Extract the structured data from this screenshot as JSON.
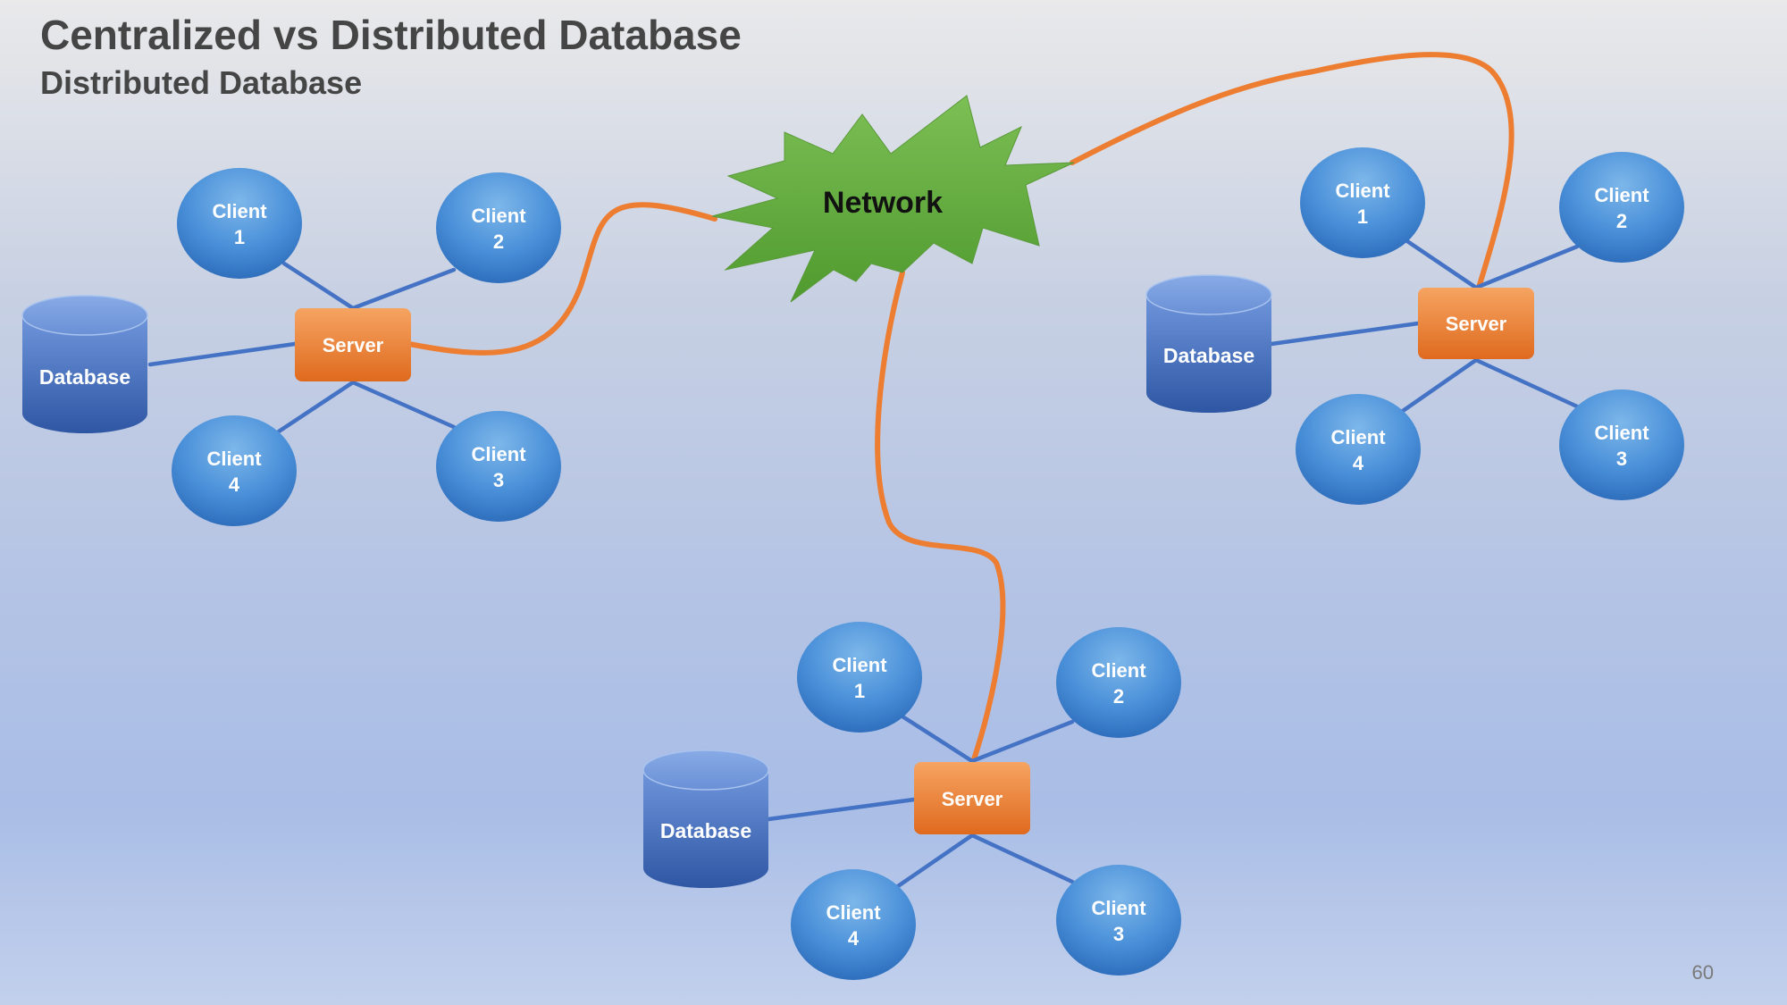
{
  "slide": {
    "title": "Centralized vs Distributed Database",
    "subtitle": "Distributed Database",
    "page_number": "60"
  },
  "network": {
    "label": "Network"
  },
  "sites": [
    {
      "server": "Server",
      "database": "Database",
      "clients": [
        {
          "line1": "Client",
          "line2": "1"
        },
        {
          "line1": "Client",
          "line2": "2"
        },
        {
          "line1": "Client",
          "line2": "3"
        },
        {
          "line1": "Client",
          "line2": "4"
        }
      ]
    },
    {
      "server": "Server",
      "database": "Database",
      "clients": [
        {
          "line1": "Client",
          "line2": "1"
        },
        {
          "line1": "Client",
          "line2": "2"
        },
        {
          "line1": "Client",
          "line2": "3"
        },
        {
          "line1": "Client",
          "line2": "4"
        }
      ]
    },
    {
      "server": "Server",
      "database": "Database",
      "clients": [
        {
          "line1": "Client",
          "line2": "1"
        },
        {
          "line1": "Client",
          "line2": "2"
        },
        {
          "line1": "Client",
          "line2": "3"
        },
        {
          "line1": "Client",
          "line2": "4"
        }
      ]
    }
  ],
  "colors": {
    "client_blue": "#4a90d9",
    "server_orange": "#e6782e",
    "database_blue": "#3b65b4",
    "network_green": "#62ad3f",
    "link_blue": "#4472c4",
    "wan_orange": "#ed7d31"
  }
}
